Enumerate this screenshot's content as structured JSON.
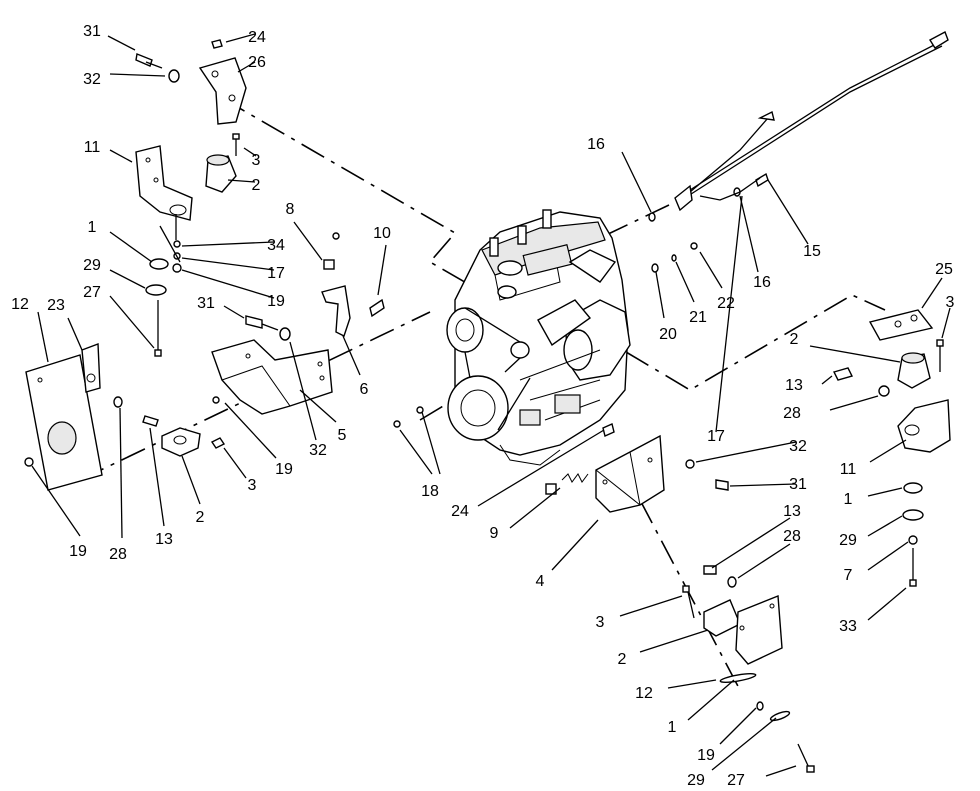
{
  "diagram": {
    "type": "exploded-parts-diagram",
    "callouts": [
      "31",
      "24",
      "26",
      "32",
      "3",
      "2",
      "11",
      "1",
      "34",
      "17",
      "19",
      "29",
      "27",
      "8",
      "10",
      "12",
      "23",
      "31",
      "6",
      "5",
      "32",
      "19",
      "13",
      "2",
      "3",
      "19",
      "28",
      "18",
      "16",
      "17",
      "15",
      "16",
      "22",
      "21",
      "20",
      "25",
      "3",
      "2",
      "13",
      "28",
      "11",
      "1",
      "29",
      "7",
      "33",
      "18",
      "24",
      "9",
      "4",
      "32",
      "31",
      "13",
      "28",
      "3",
      "2",
      "12",
      "1",
      "19",
      "29",
      "27"
    ]
  }
}
